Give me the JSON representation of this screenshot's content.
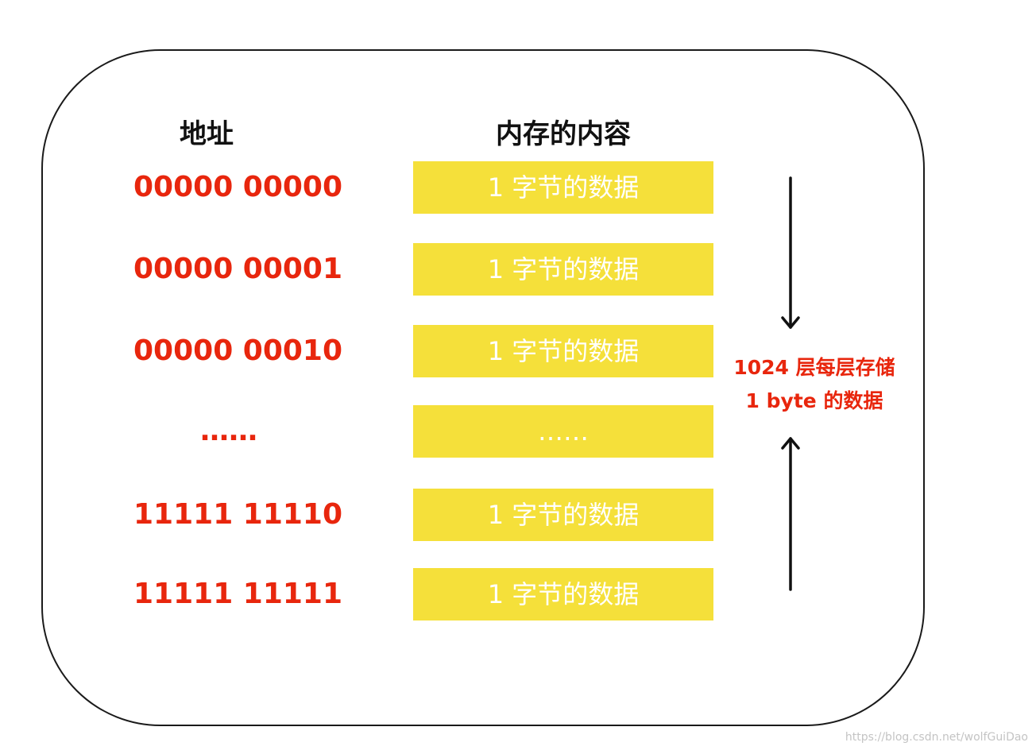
{
  "headers": {
    "address": "地址",
    "memory": "内存的内容"
  },
  "rows": [
    {
      "address": "00000 00000",
      "content": "1 字节的数据"
    },
    {
      "address": "00000 00001",
      "content": "1 字节的数据"
    },
    {
      "address": "00000 00010",
      "content": "1 字节的数据"
    },
    {
      "address": "……",
      "content": "……"
    },
    {
      "address": "11111 11110",
      "content": "1 字节的数据"
    },
    {
      "address": "11111 11111",
      "content": "1 字节的数据"
    }
  ],
  "note": {
    "line1": "1024 层每层存储",
    "line2": "1 byte 的数据"
  },
  "watermark": "https://blog.csdn.net/wolfGuiDao",
  "colors": {
    "address_text": "#e8260d",
    "cell_fill": "#f5e03a",
    "cell_text": "#ffffff",
    "frame": "#1a1a1a"
  }
}
